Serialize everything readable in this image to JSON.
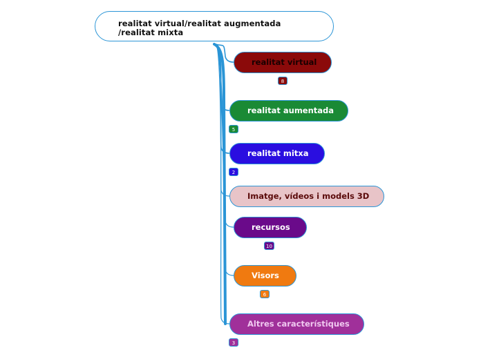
{
  "root": {
    "line1": "realitat virtual/realitat augmentada",
    "line2": "/realitat mixta"
  },
  "topics": [
    {
      "label": "realitat virtual",
      "badge": "8",
      "color": "#8b0a0a",
      "text_color": "#1a0000"
    },
    {
      "label": "realitat aumentada",
      "badge": "5",
      "color": "#1a8a35",
      "text_color": "#ffffff"
    },
    {
      "label": "realitat mitxa",
      "badge": "2",
      "color": "#2a0ee0",
      "text_color": "#ffffff"
    },
    {
      "label": "Imatge, vídeos i models 3D",
      "badge": "",
      "color": "#e8c4c8",
      "text_color": "#5a0a0a"
    },
    {
      "label": "recursos",
      "badge": "10",
      "color": "#6a0a8a",
      "text_color": "#ffffff"
    },
    {
      "label": "Visors",
      "badge": "6",
      "color": "#f07a10",
      "text_color": "#ffffff"
    },
    {
      "label": "Altres característiques",
      "badge": "3",
      "color": "#a0309a",
      "text_color": "#f0c8f0"
    }
  ]
}
